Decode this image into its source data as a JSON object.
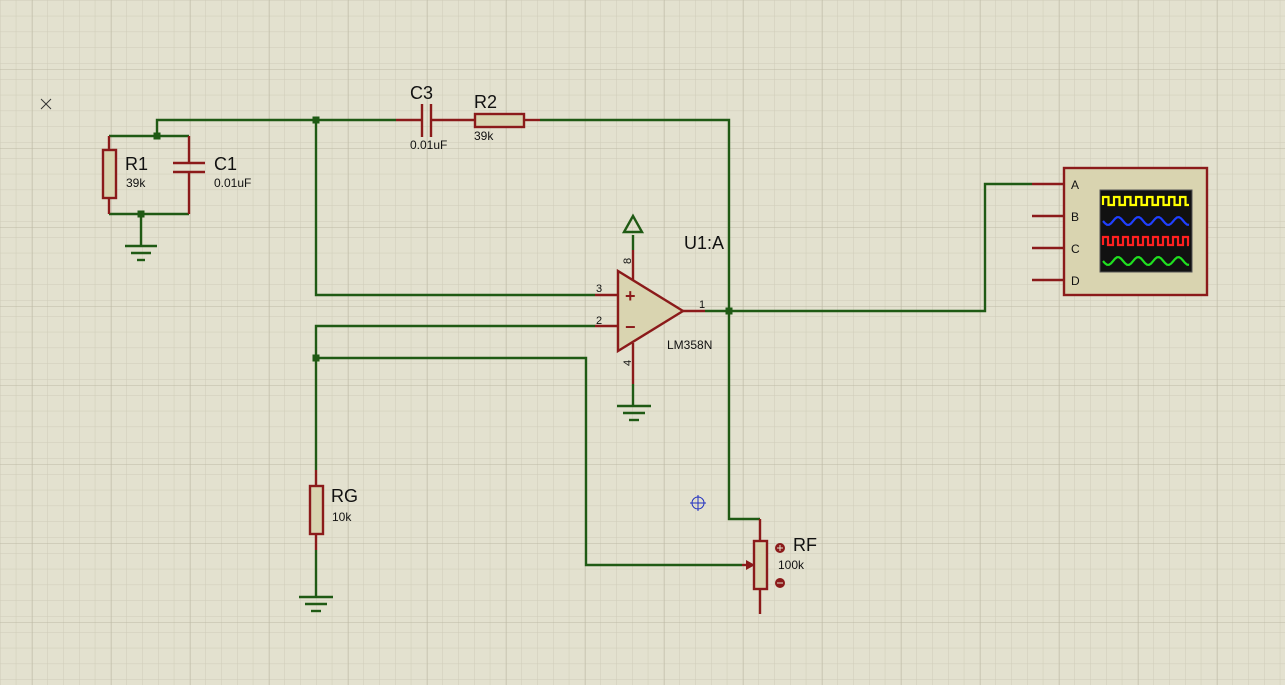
{
  "schematic": {
    "r1": {
      "ref": "R1",
      "value": "39k"
    },
    "c1": {
      "ref": "C1",
      "value": "0.01uF"
    },
    "c3": {
      "ref": "C3",
      "value": "0.01uF"
    },
    "r2": {
      "ref": "R2",
      "value": "39k"
    },
    "u1": {
      "ref": "U1:A",
      "part": "LM358N",
      "pins": {
        "noninv": "3",
        "inv": "2",
        "out": "1",
        "vcc": "8",
        "gnd": "4"
      },
      "plus": "+",
      "minus": "−"
    },
    "rg": {
      "ref": "RG",
      "value": "10k"
    },
    "rf": {
      "ref": "RF",
      "value": "100k"
    },
    "scope": {
      "channels": [
        "A",
        "B",
        "C",
        "D"
      ],
      "trace_colors": [
        "#ffff00",
        "#2040ff",
        "#ff2020",
        "#20e020"
      ]
    },
    "colors": {
      "background": "#e3e1cf",
      "wire": "#1f5a14",
      "component": "#8b1a1a"
    }
  }
}
